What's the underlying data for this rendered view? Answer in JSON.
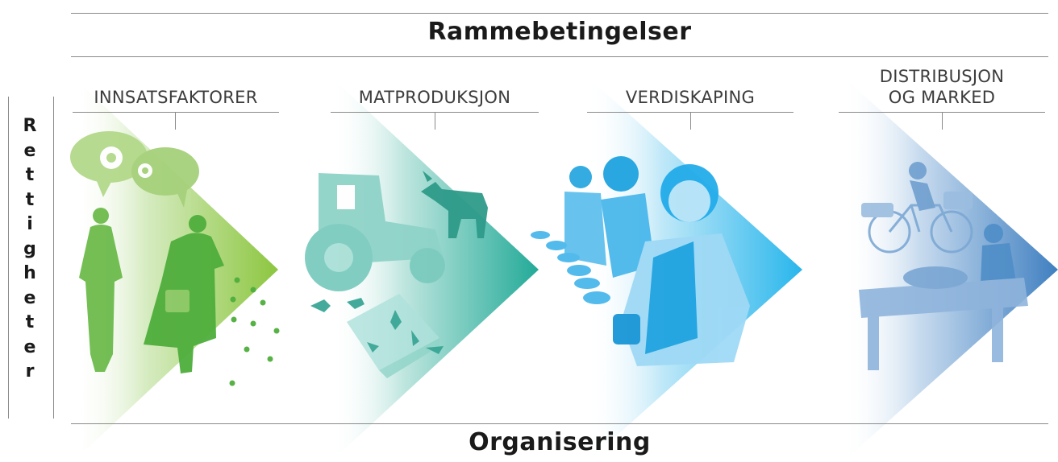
{
  "top_title": "Rammebetingelser",
  "bottom_title": "Organisering",
  "side_label": "Rettigheter",
  "stages": [
    {
      "line1": "INNSATSFAKTORER",
      "line2": "",
      "color": "#7cc242"
    },
    {
      "line1": "MATPRODUKSJON",
      "line2": "",
      "color": "#2bb3a0"
    },
    {
      "line1": "VERDISKAPING",
      "line2": "",
      "color": "#1fb6ea"
    },
    {
      "line1": "DISTRIBUSJON",
      "line2": "OG MARKED",
      "color": "#3a86c4"
    }
  ]
}
